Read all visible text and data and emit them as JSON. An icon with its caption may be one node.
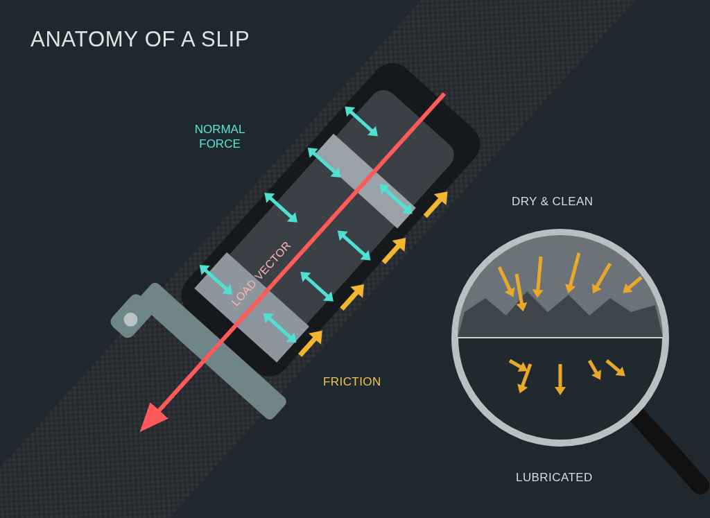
{
  "diagram": {
    "title": "ANATOMY OF A SLIP",
    "labels": [
      "NORMAL FORCE",
      "LOAD VECTOR",
      "DRY & CLEAN",
      "FRICTION",
      "LUBRICATED"
    ]
  }
}
